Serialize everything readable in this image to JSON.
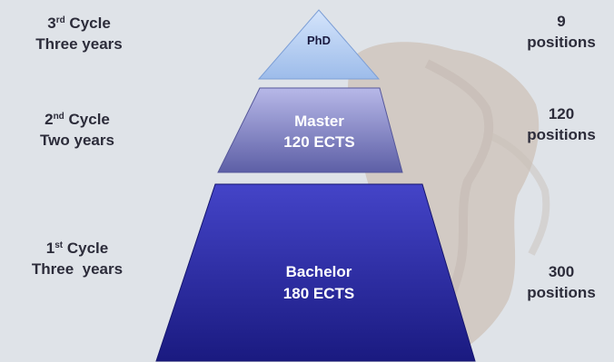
{
  "cycles": [
    {
      "ordinal_num": "3",
      "ordinal_suffix": "rd",
      "ordinal_word": " Cycle",
      "duration": "Three years",
      "degree": "PhD",
      "credits": "",
      "positions_count": "9",
      "positions_label": "positions"
    },
    {
      "ordinal_num": "2",
      "ordinal_suffix": "nd",
      "ordinal_word": " Cycle",
      "duration": "Two years",
      "degree": "Master",
      "credits": "120 ECTS",
      "positions_count": "120",
      "positions_label": "positions"
    },
    {
      "ordinal_num": "1",
      "ordinal_suffix": "st",
      "ordinal_word": " Cycle",
      "duration": "Three  years",
      "degree": "Bachelor",
      "credits": "180 ECTS",
      "positions_count": "300",
      "positions_label": "positions"
    }
  ],
  "colors": {
    "phd_fill": "#a9c6ee",
    "master_fill": "#8b8fc8",
    "bachelor_fill": "#2a2aa8",
    "background": "#dfe3e8"
  }
}
